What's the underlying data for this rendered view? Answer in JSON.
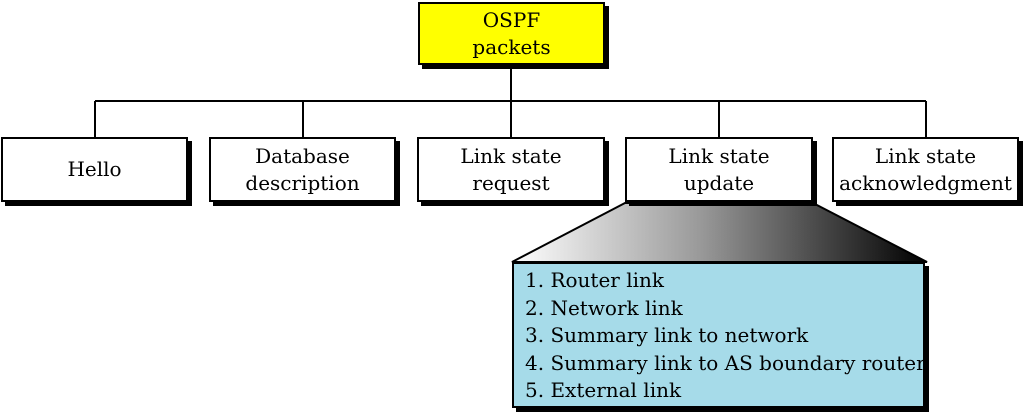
{
  "root": {
    "line1": "OSPF",
    "line2": "packets",
    "fill_color": "#ffff00"
  },
  "packet_types": [
    {
      "line1": "Hello",
      "line2": ""
    },
    {
      "line1": "Database",
      "line2": "description"
    },
    {
      "line1": "Link state",
      "line2": "request"
    },
    {
      "line1": "Link state",
      "line2": "update"
    },
    {
      "line1": "Link state",
      "line2": "acknowledgment"
    }
  ],
  "update_details": {
    "fill_color": "#a6dbe9",
    "items": [
      "1. Router link",
      "2. Network link",
      "3. Summary link to network",
      "4. Summary link to AS boundary router",
      "5. External link"
    ]
  }
}
